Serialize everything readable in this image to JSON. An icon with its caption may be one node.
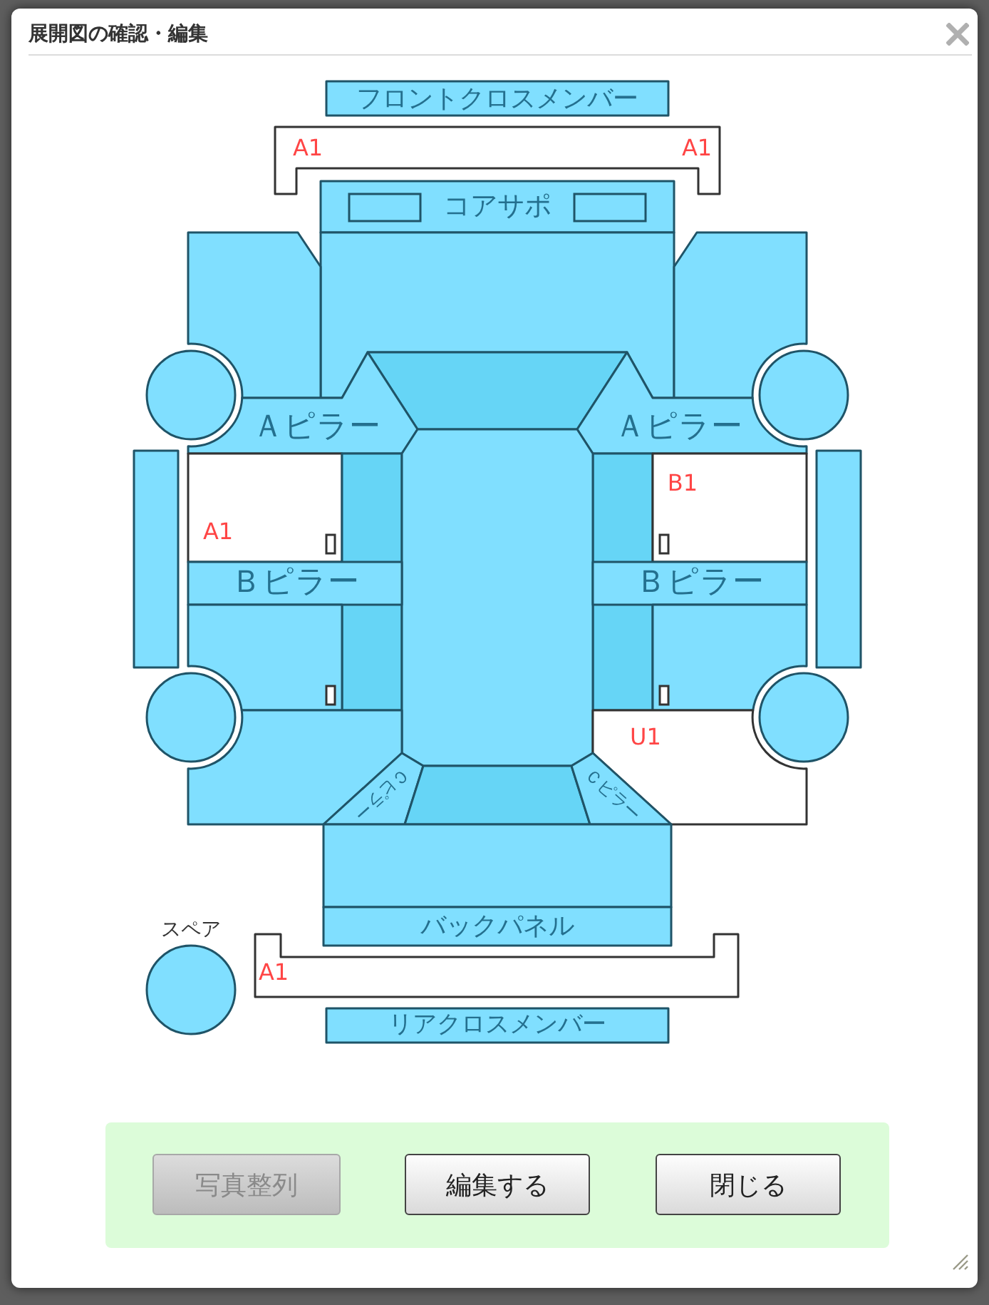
{
  "diagram": {
    "title": "展開図の確認・編集",
    "nodes": [
      {
        "text": [
          "フロントクロスメンバー"
        ]
      },
      {
        "text": [
          "A1",
          "A1"
        ]
      },
      {
        "text": [
          "コアサポ"
        ]
      },
      {
        "text": [],
        "shape": "box"
      },
      {
        "text": [],
        "shape": "trapezoid"
      },
      {
        "text": [],
        "shape": "box"
      },
      {
        "text": [],
        "shape": "box"
      },
      {
        "text": [],
        "shape": "circle"
      },
      {
        "text": [],
        "shape": "circle"
      },
      {
        "text": [
          "Ａピラー"
        ]
      },
      {
        "text": [
          "Ａピラー"
        ]
      },
      {
        "text": [],
        "shape": "bar"
      },
      {
        "text": [],
        "shape": "bar"
      },
      {
        "text": [
          "A1"
        ]
      },
      {
        "text": [],
        "shape": "bar"
      },
      {
        "text": [],
        "shape": "bar"
      },
      {
        "text": [
          "B1"
        ]
      },
      {
        "text": [],
        "shape": "box"
      },
      {
        "text": [
          "Ｂピラー"
        ]
      },
      {
        "text": [
          "Ｂピラー"
        ]
      },
      {
        "text": [],
        "shape": "box"
      },
      {
        "text": [],
        "shape": "box"
      },
      {
        "text": [],
        "shape": "circle"
      },
      {
        "text": [],
        "shape": "circle"
      },
      {
        "text": [],
        "shape": "box"
      },
      {
        "text": [
          "U1"
        ]
      },
      {
        "text": [
          "Ｃピラー"
        ]
      },
      {
        "text": [],
        "shape": "trapezoid"
      },
      {
        "text": [
          "Ｃピラー"
        ]
      },
      {
        "text": [],
        "shape": "box"
      },
      {
        "text": [
          "バックパネル"
        ]
      },
      {
        "text": [
          "スペア"
        ]
      },
      {
        "text": [
          "A1"
        ]
      },
      {
        "text": [
          "リアクロスメンバー"
        ]
      }
    ],
    "labels": [
      "写真整列",
      "編集する",
      "閉じる"
    ]
  }
}
